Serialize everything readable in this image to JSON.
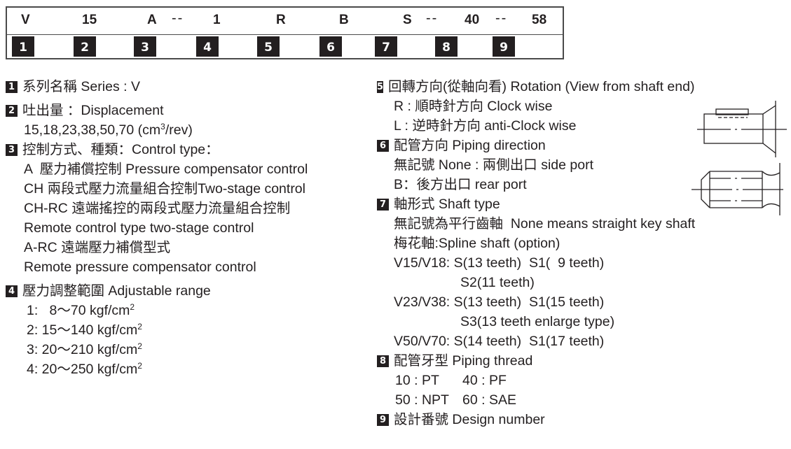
{
  "model_code": {
    "segments": [
      {
        "value": "V",
        "index": "1"
      },
      {
        "value": "15",
        "index": "2"
      },
      {
        "value": "A",
        "index": "3"
      },
      {
        "value": "1",
        "index": "4"
      },
      {
        "value": "R",
        "index": "5"
      },
      {
        "value": "B",
        "index": "6"
      },
      {
        "value": "S",
        "index": "7"
      },
      {
        "value": "40",
        "index": "8"
      },
      {
        "value": "58",
        "index": "9"
      }
    ],
    "separator": "--"
  },
  "sections": {
    "s1": {
      "badge": "1",
      "title": "系列名稱 Series : V"
    },
    "s2": {
      "badge": "2",
      "title": "吐出量 ：Displacement",
      "line1_main": "15,18,23,38,50,70 (cm",
      "line1_sup": "3",
      "line1_end": "/rev)"
    },
    "s3": {
      "badge": "3",
      "title": "控制方式、種類：Control type：",
      "lines": [
        "A  壓力補償控制 Pressure compensator control",
        "CH 兩段式壓力流量組合控制Two-stage control",
        "CH-RC 遠端搖控的兩段式壓力流量組合控制",
        "Remote control type two-stage control",
        "A-RC 遠端壓力補償型式",
        "Remote pressure compensator control"
      ]
    },
    "s4": {
      "badge": "4",
      "title": "壓力調整範圍 Adjustable range",
      "unit": "kgf/cm",
      "unit_sup": "2",
      "ranges": [
        "1:   8～70",
        "2: 15～140",
        "3: 20～210",
        "4: 20～250"
      ]
    },
    "s5": {
      "badge": "5",
      "title": "回轉方向(從軸向看) Rotation (View from shaft end)",
      "lines": [
        "R : 順時針方向 Clock wise",
        "L : 逆時針方向 anti-Clock wise"
      ]
    },
    "s6": {
      "badge": "6",
      "title": "配管方向 Piping direction",
      "lines": [
        "無記號 None : 兩側出口 side port",
        "B：後方出口 rear port"
      ]
    },
    "s7": {
      "badge": "7",
      "title": "軸形式 Shaft type",
      "lines": [
        "無記號為平行齒軸  None means straight key shaft",
        "梅花軸:Spline shaft (option)",
        "V15/V18: S(13 teeth)  S1(  9 teeth)",
        "S2(11 teeth)",
        "V23/V38: S(13 teeth)  S1(15 teeth)",
        "S3(13 teeth enlarge type)",
        "V50/V70: S(14 teeth)  S1(17 teeth)"
      ]
    },
    "s8": {
      "badge": "8",
      "title": "配管牙型 Piping thread",
      "rows": [
        [
          "10 : PT",
          "40 : PF"
        ],
        [
          "50 : NPT",
          "60 : SAE"
        ]
      ]
    },
    "s9": {
      "badge": "9",
      "title": "設計番號 Design number"
    }
  },
  "drawings": {
    "key_shaft": "straight-key-shaft-drawing",
    "spline_shaft": "spline-shaft-drawing"
  }
}
